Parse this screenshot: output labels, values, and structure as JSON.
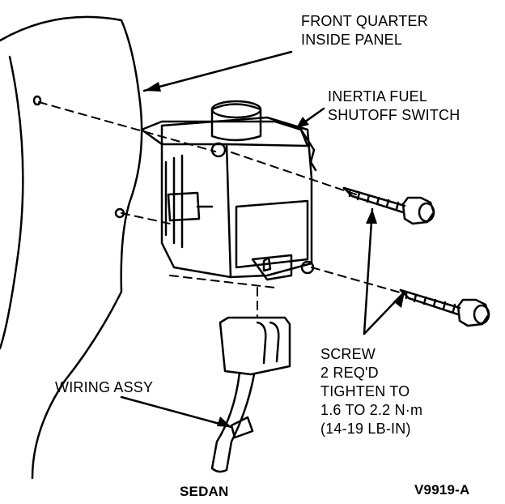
{
  "callouts": {
    "front_quarter": {
      "line1": "FRONT QUARTER",
      "line2": "INSIDE PANEL"
    },
    "inertia_switch": {
      "line1": "INERTIA FUEL",
      "line2": "SHUTOFF SWITCH"
    },
    "screw": {
      "line1": "SCREW",
      "line2": "2 REQ'D",
      "line3": "TIGHTEN TO",
      "line4": "1.6 TO 2.2 N·m",
      "line5": "(14-19 LB-IN)"
    },
    "wiring": {
      "line1": "WIRING ASSY"
    }
  },
  "footer": {
    "model": "SEDAN",
    "figure_id": "V9919-A"
  }
}
